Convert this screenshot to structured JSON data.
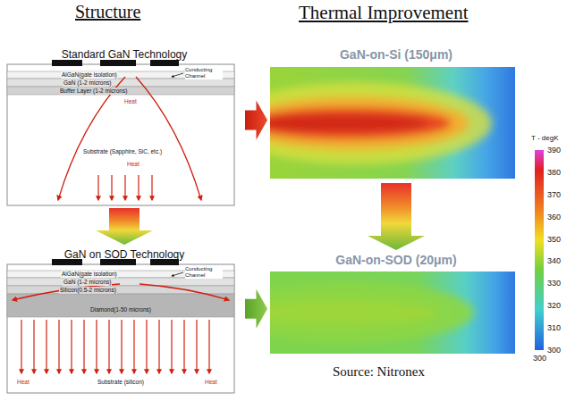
{
  "diagram": {
    "caption": "Source: Nitronex",
    "nodes": [
      {
        "text": [
          "Standard GaN Technology"
        ]
      },
      {
        "text": [
          "AlGaN(gate isolation)"
        ],
        "in": 0
      },
      {
        "text": [
          "GaN (1-2 microns)"
        ],
        "in": 0
      },
      {
        "text": [
          "Buffer Layer (1-2 microns)"
        ],
        "in": 0
      },
      {
        "text": [
          "Substrate (Sapphire, SiC, etc.)"
        ],
        "in": 0
      },
      {
        "text": [
          "GaN on SOD Technology"
        ]
      },
      {
        "text": [
          "AlGaN(gate isolation)"
        ],
        "in": 5
      },
      {
        "text": [
          "GaN (1-2 microns)"
        ],
        "in": 5
      },
      {
        "text": [
          "Silicon(0.5-2 microns)"
        ],
        "in": 5
      },
      {
        "text": [
          "Diamond(1-50 microns)"
        ],
        "in": 5
      },
      {
        "text": [
          "Substrate (silicon)"
        ],
        "in": 5
      },
      {
        "text": [
          "GaN-on-Si (150μm)"
        ]
      },
      {
        "text": [
          "GaN-on-SOD (20μm)"
        ]
      }
    ],
    "edges": [
      {
        "from": 0,
        "to": 11,
        "arrow": "to"
      },
      {
        "from": 0,
        "to": 5,
        "arrow": "to"
      },
      {
        "from": 11,
        "to": 12,
        "arrow": "to"
      },
      {
        "from": 5,
        "to": 12,
        "arrow": "to"
      }
    ],
    "labels": [
      "Structure",
      "Thermal Improvement",
      "Conducting Channel",
      "Heat",
      "Heat",
      "Conducting Channel",
      "Heat",
      "Heat",
      "T - degK",
      "390",
      "380",
      "370",
      "360",
      "350",
      "340",
      "330",
      "320",
      "310",
      "300",
      "300"
    ]
  }
}
